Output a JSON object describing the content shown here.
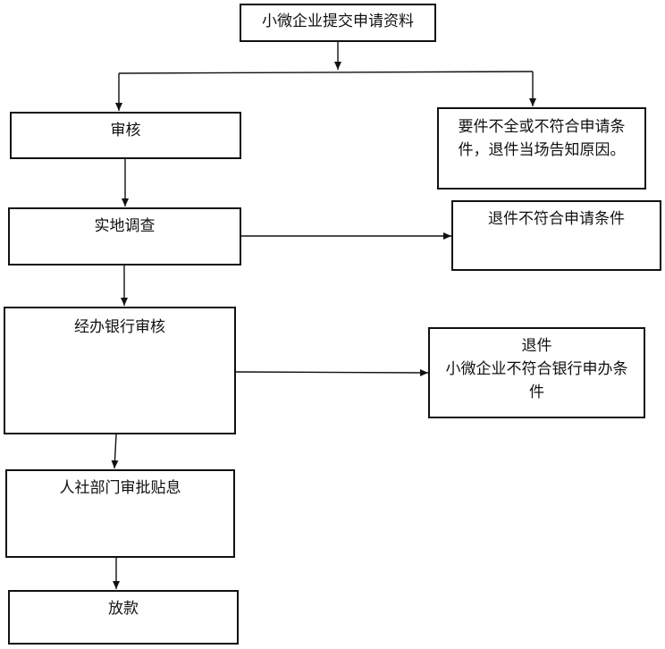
{
  "nodes": {
    "submit": "小微企业提交申请资料",
    "review": "审核",
    "incomplete": [
      "要件不全或不符合申请条",
      "件，退件当场告知原因。"
    ],
    "survey": "实地调查",
    "survey_reject": "退件不符合申请条件",
    "bank_review": "经办银行审核",
    "bank_reject": [
      "退件",
      "小微企业不符合银行申办条",
      "件"
    ],
    "hr_approve": "人社部门审批贴息",
    "loan": "放款"
  }
}
